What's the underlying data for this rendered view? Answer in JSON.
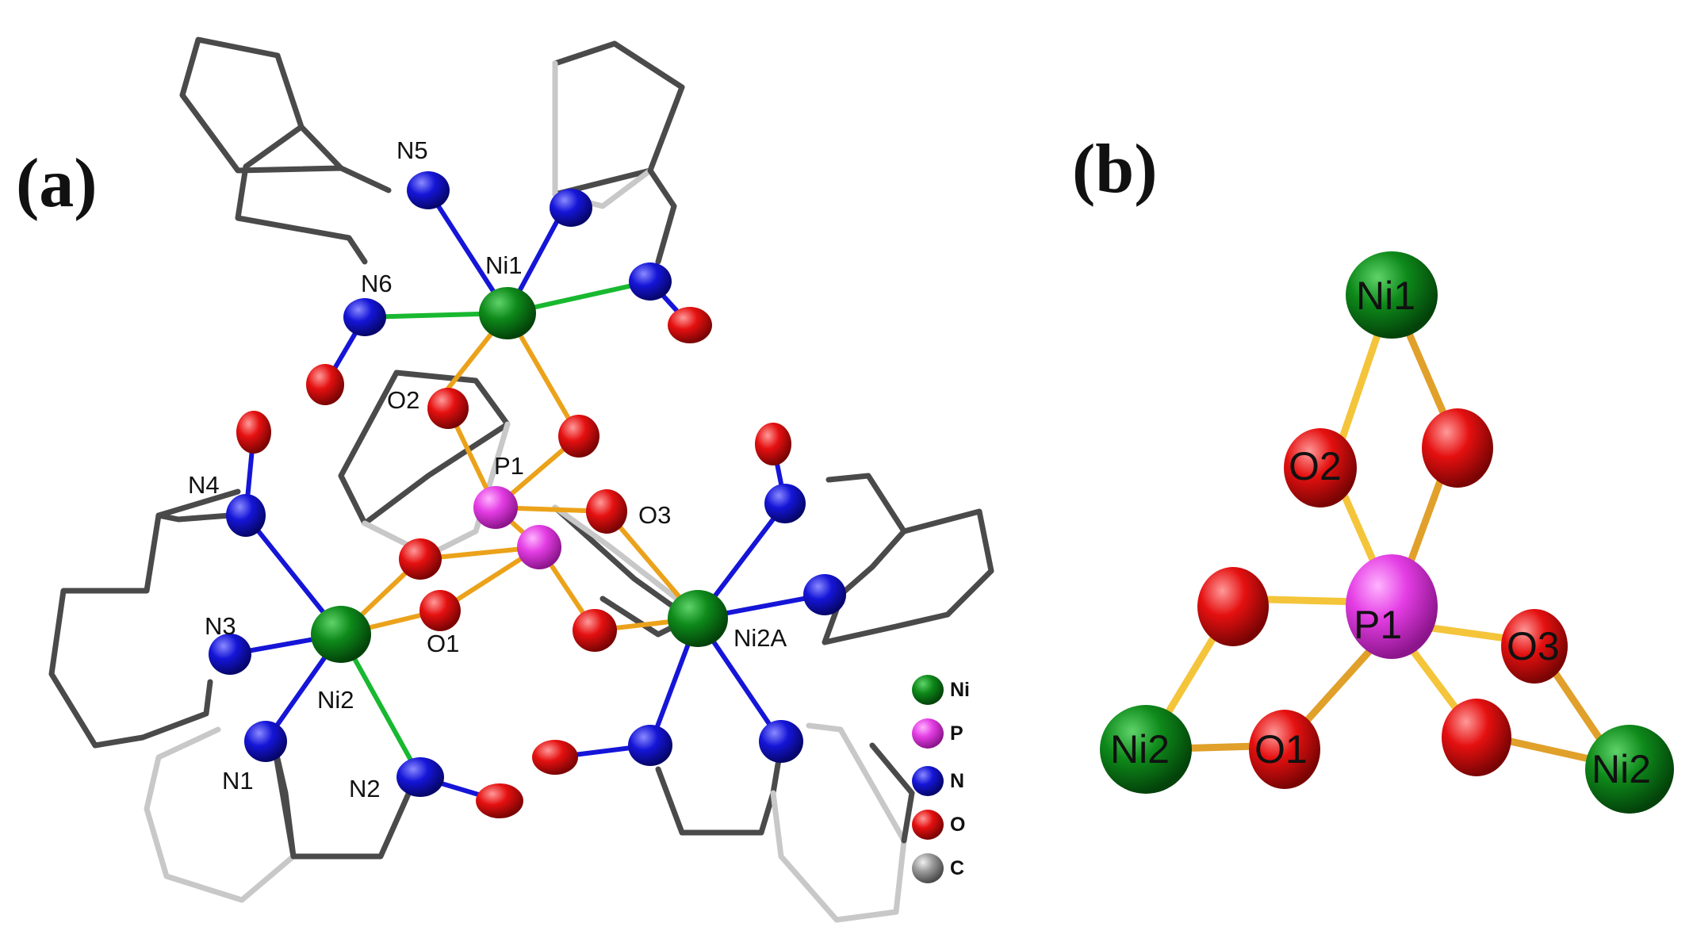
{
  "panels": {
    "a": "(a)",
    "b": "(b)"
  },
  "colors": {
    "Ni": "#0e8a1a",
    "P": "#e43de4",
    "N": "#1515d8",
    "O": "#e51010",
    "C": "#9a9a9a",
    "metal_bond": "#18b830",
    "p_bond": "#eba21a",
    "ring_dark": "#4a4a4a",
    "ring_light": "#c8c8c8"
  },
  "legend": [
    {
      "symbol": "Ni",
      "label": "Ni"
    },
    {
      "symbol": "P",
      "label": "P"
    },
    {
      "symbol": "N",
      "label": "N"
    },
    {
      "symbol": "O",
      "label": "O"
    },
    {
      "symbol": "C",
      "label": "C"
    }
  ],
  "panel_a_labels": {
    "N5": "N5",
    "Ni1": "Ni1",
    "N6": "N6",
    "O2": "O2",
    "P1": "P1",
    "O3": "O3",
    "N4": "N4",
    "N3": "N3",
    "Ni2": "Ni2",
    "O1": "O1",
    "Ni2A": "Ni2A",
    "N1": "N1",
    "N2": "N2"
  },
  "panel_b_labels": {
    "Ni1": "Ni1",
    "O2": "O2",
    "P1": "P1",
    "O3": "O3",
    "O1": "O1",
    "Ni2_left": "Ni2",
    "Ni2_right": "Ni2"
  }
}
